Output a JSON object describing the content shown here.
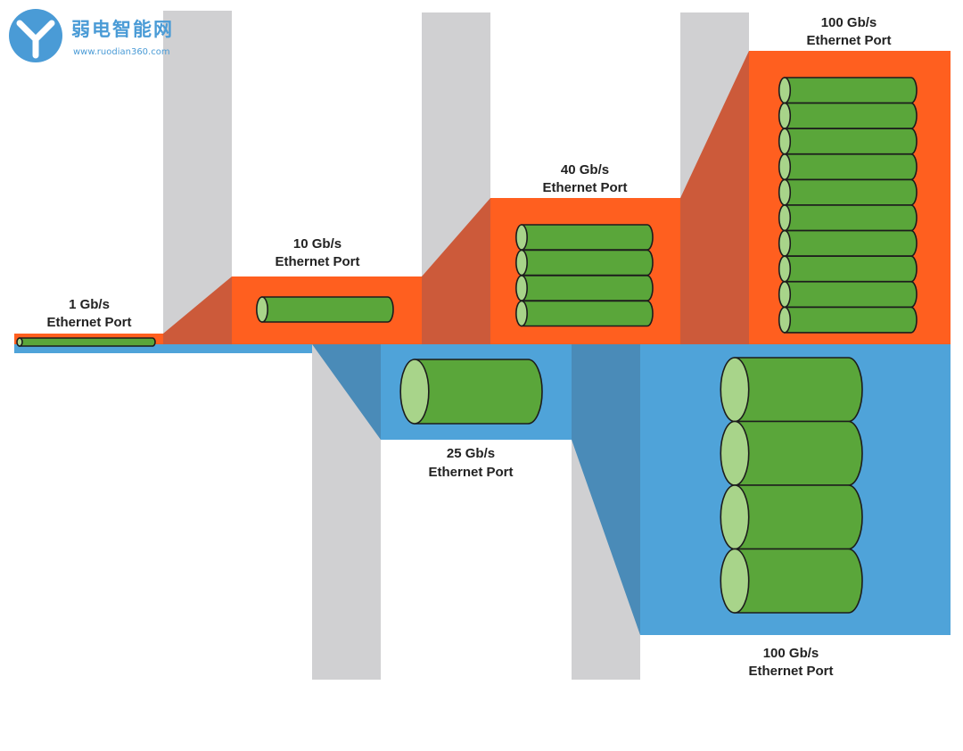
{
  "colors": {
    "orange": "#ff5f1f",
    "orange_dark": "#cc5a3a",
    "blue": "#4fa3d9",
    "blue_dark": "#4a8bb8",
    "gray": "#d0d0d2",
    "cable": "#5aa63a",
    "cable_end": "#a8d48a",
    "logo": "#4a9bd6"
  },
  "logo": {
    "name": "弱电智能网",
    "url": "www.ruodian360.com"
  },
  "ports": {
    "p1": {
      "speed": "1 Gb/s",
      "type": "Ethernet Port"
    },
    "p10": {
      "speed": "10 Gb/s",
      "type": "Ethernet Port"
    },
    "p25": {
      "speed": "25 Gb/s",
      "type": "Ethernet Port"
    },
    "p40": {
      "speed": "40 Gb/s",
      "type": "Ethernet Port"
    },
    "p100top": {
      "speed": "100 Gb/s",
      "type": "Ethernet Port"
    },
    "p100bottom": {
      "speed": "100 Gb/s",
      "type": "Ethernet Port"
    }
  }
}
